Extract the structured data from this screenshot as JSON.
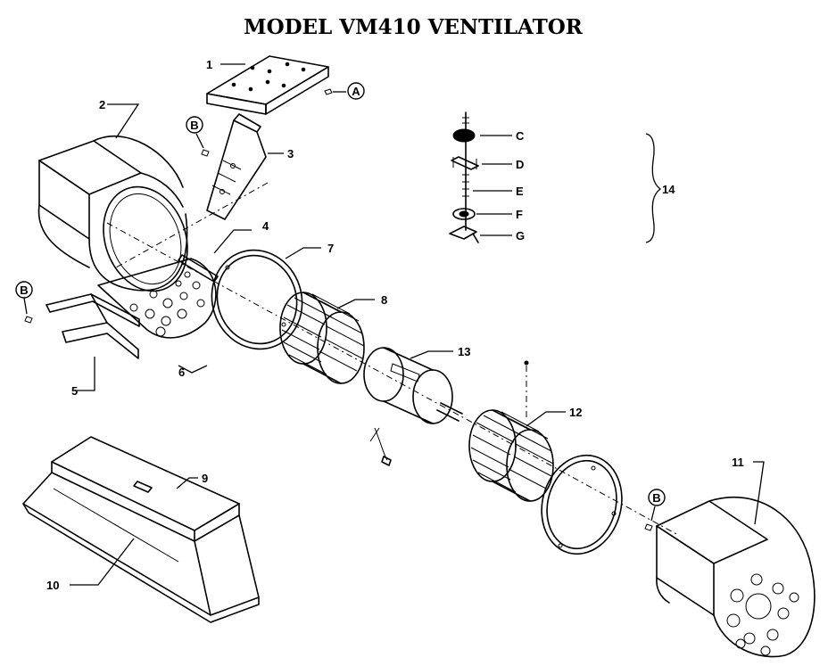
{
  "title": "MODEL VM410 VENTILATOR",
  "parts": {
    "p1": "1",
    "p2": "2",
    "p3": "3",
    "p4": "4",
    "p5": "5",
    "p6": "6",
    "p7": "7",
    "p8": "8",
    "p9": "9",
    "p10": "10",
    "p11": "11",
    "p12": "12",
    "p13": "13",
    "p14": "14"
  },
  "letters": {
    "A": "A",
    "B": "B",
    "C": "C",
    "D": "D",
    "E": "E",
    "F": "F",
    "G": "G"
  }
}
